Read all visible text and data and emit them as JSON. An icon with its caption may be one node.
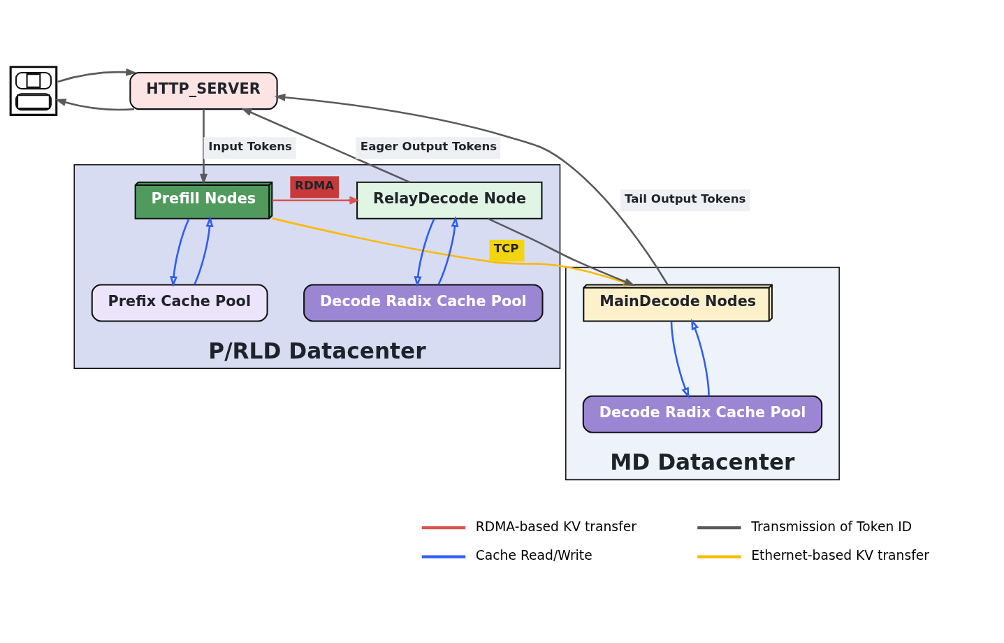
{
  "diagram": {
    "nodes": [
      {
        "text": [],
        "shape": "person"
      },
      {
        "text": [
          "HTTP_SERVER"
        ]
      },
      {
        "text": [
          "P/RLD Datacenter"
        ]
      },
      {
        "text": [
          "Prefill Nodes"
        ],
        "in": 2
      },
      {
        "text": [
          "RelayDecode Node"
        ],
        "in": 2
      },
      {
        "text": [
          "Prefix Cache Pool"
        ],
        "in": 2
      },
      {
        "text": [
          "Decode Radix Cache Pool"
        ],
        "in": 2
      },
      {
        "text": [
          "MD Datacenter"
        ]
      },
      {
        "text": [
          "MainDecode Nodes"
        ],
        "in": 7
      },
      {
        "text": [
          "Decode Radix Cache Pool"
        ],
        "in": 7
      }
    ],
    "edges": [
      {
        "from": 1,
        "to": 0,
        "arrow": "to"
      },
      {
        "from": 0,
        "to": 1,
        "arrow": "to"
      },
      {
        "from": 1,
        "to": 3,
        "arrow": "to",
        "label": "Input Tokens"
      },
      {
        "from": 3,
        "to": 4,
        "arrow": "to",
        "label": "RDMA",
        "color": "#d9534f"
      },
      {
        "from": 4,
        "to": 8,
        "arrow": "to"
      },
      {
        "from": 4,
        "to": 1,
        "arrow": "to",
        "label": "Eager Output Tokens"
      },
      {
        "from": 8,
        "to": 1,
        "arrow": "to",
        "label": "Tail Output Tokens"
      },
      {
        "from": 3,
        "to": 8,
        "arrow": "to",
        "label": "TCP",
        "color": "#fbb900"
      },
      {
        "from": 5,
        "to": 3,
        "arrow": "to",
        "color": "#2f5cf6"
      },
      {
        "from": 3,
        "to": 5,
        "arrow": "to",
        "color": "#2f5cf6"
      },
      {
        "from": 6,
        "to": 4,
        "arrow": "to",
        "color": "#2f5cf6"
      },
      {
        "from": 4,
        "to": 6,
        "arrow": "to",
        "color": "#2f5cf6"
      },
      {
        "from": 9,
        "to": 8,
        "arrow": "to",
        "color": "#2f5cf6"
      },
      {
        "from": 8,
        "to": 9,
        "arrow": "to",
        "color": "#2f5cf6"
      }
    ],
    "legend": [
      {
        "text": "RDMA-based KV transfer"
      },
      {
        "text": "Transmission of Token ID"
      },
      {
        "text": "Cache Read/Write"
      },
      {
        "text": "Ethernet-based KV transfer"
      }
    ]
  }
}
